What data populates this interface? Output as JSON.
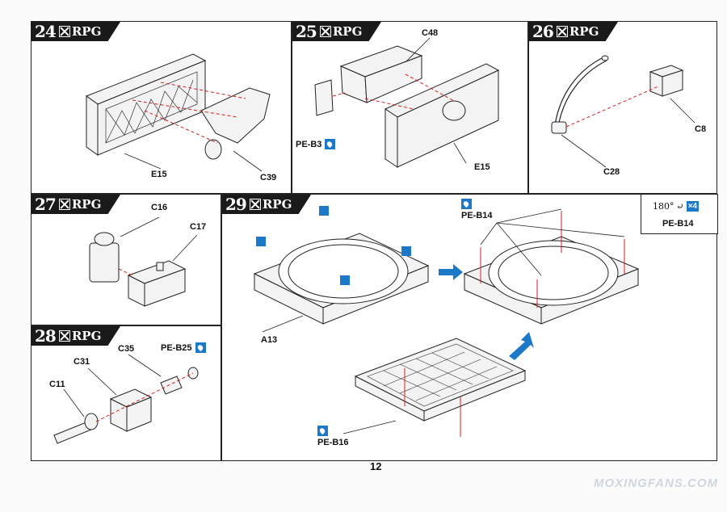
{
  "page": {
    "number": "12",
    "watermark": "MOXINGFANS.COM"
  },
  "brand": {
    "logo_text": "RPG"
  },
  "steps": [
    {
      "number": "24",
      "labels": {
        "a": "E15",
        "b": "C39"
      }
    },
    {
      "number": "25",
      "labels": {
        "a": "C48",
        "b": "PE-B3",
        "c": "E15"
      }
    },
    {
      "number": "26",
      "labels": {
        "a": "C8",
        "b": "C28"
      }
    },
    {
      "number": "27",
      "labels": {
        "a": "C16",
        "b": "C17"
      }
    },
    {
      "number": "28",
      "labels": {
        "a": "C35",
        "b": "PE-B25",
        "c": "C31",
        "d": "C11"
      }
    },
    {
      "number": "29",
      "labels": {
        "a": "PE-B14",
        "b": "A13",
        "c": "PE-B16"
      }
    }
  ],
  "legend": {
    "rotation": "180°",
    "count": "×4",
    "part": "PE-B14"
  },
  "colors": {
    "accent": "#1e78c8",
    "arrow": "#d42020"
  }
}
